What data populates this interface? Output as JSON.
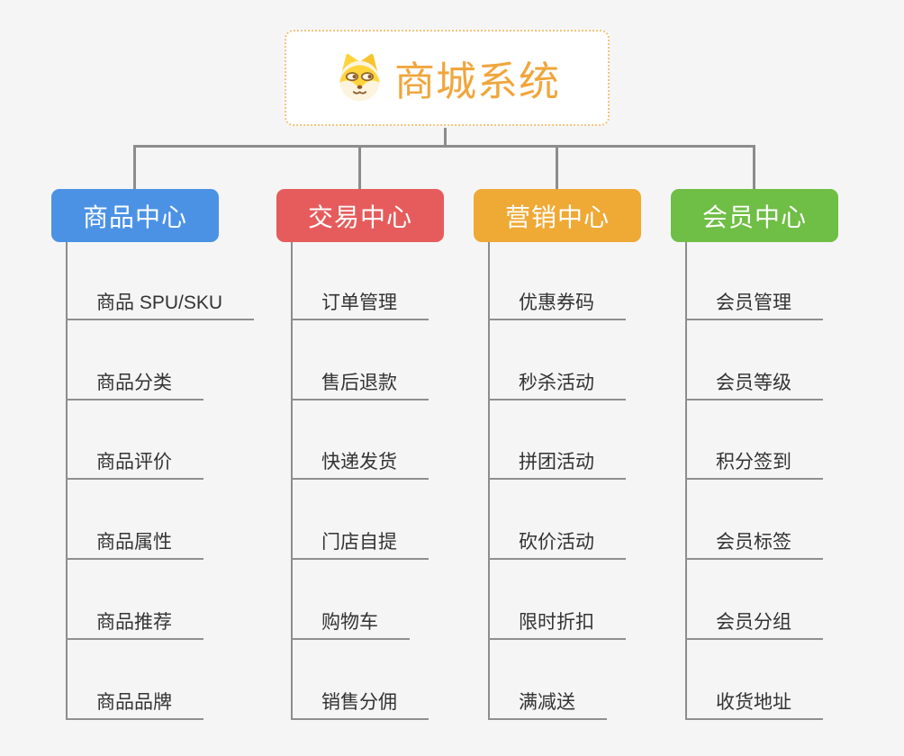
{
  "canvas": {
    "background": "#F5F5F5",
    "connector_color": "#8C8C8C",
    "item_text_color": "#333333"
  },
  "root": {
    "title": "商城系统",
    "icon": "shiba-dog-icon",
    "title_color": "#F0A63C",
    "border_color": "#F4C37D",
    "background": "#FFFFFF"
  },
  "branches": [
    {
      "label": "商品中心",
      "color": "#4B92E5",
      "children": [
        "商品 SPU/SKU",
        "商品分类",
        "商品评价",
        "商品属性",
        "商品推荐",
        "商品品牌"
      ]
    },
    {
      "label": "交易中心",
      "color": "#E65C5C",
      "children": [
        "订单管理",
        "售后退款",
        "快递发货",
        "门店自提",
        "购物车",
        "销售分佣"
      ]
    },
    {
      "label": "营销中心",
      "color": "#EFA935",
      "children": [
        "优惠券码",
        "秒杀活动",
        "拼团活动",
        "砍价活动",
        "限时折扣",
        "满减送"
      ]
    },
    {
      "label": "会员中心",
      "color": "#6FBE45",
      "children": [
        "会员管理",
        "会员等级",
        "积分签到",
        "会员标签",
        "会员分组",
        "收货地址"
      ]
    }
  ]
}
